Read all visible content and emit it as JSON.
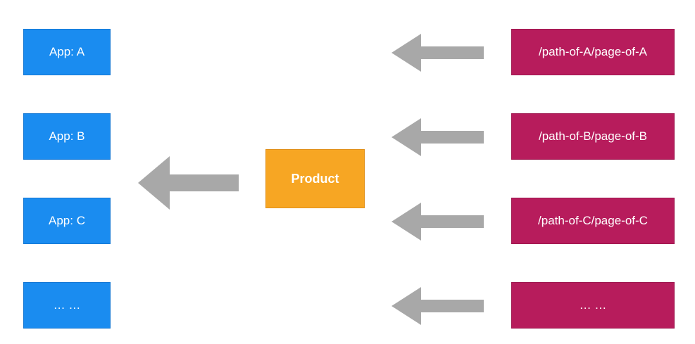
{
  "diagram": {
    "apps": [
      {
        "label": "App: A"
      },
      {
        "label": "App: B"
      },
      {
        "label": "App: C"
      },
      {
        "label": "… …"
      }
    ],
    "paths": [
      {
        "label": "/path-of-A/page-of-A"
      },
      {
        "label": "/path-of-B/page-of-B"
      },
      {
        "label": "/path-of-C/page-of-C"
      },
      {
        "label": "… …"
      }
    ],
    "center": {
      "label": "Product"
    }
  },
  "colors": {
    "app_box": "#1a8cf0",
    "path_box": "#b71c5c",
    "product_box": "#f7a623",
    "arrow": "#a8a8a8",
    "background": "#ffffff"
  }
}
